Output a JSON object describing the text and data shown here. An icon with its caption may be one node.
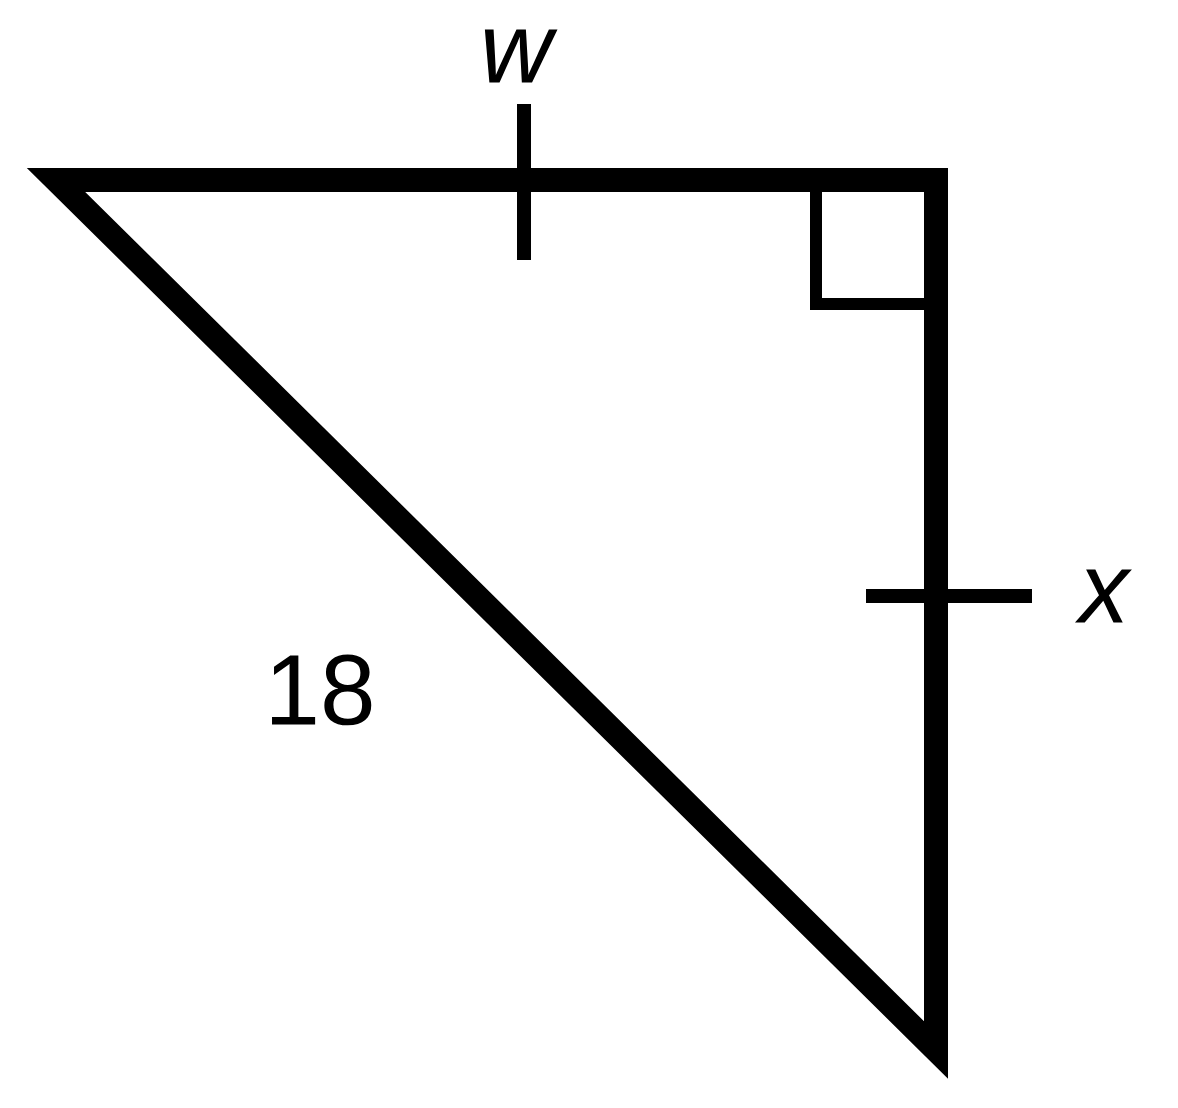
{
  "diagram": {
    "labels": [
      "w",
      "x",
      "18"
    ]
  }
}
